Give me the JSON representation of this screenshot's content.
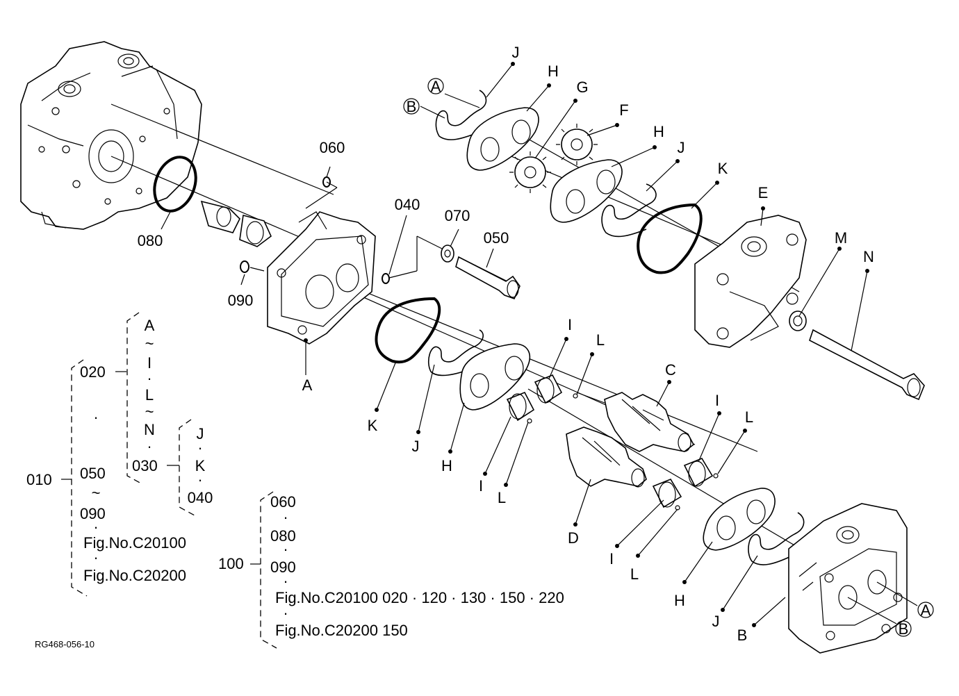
{
  "figure_code": "RG468-056-10",
  "callouts": {
    "A1": "A",
    "A2": "A",
    "B1": "B",
    "B2": "B",
    "C": "C",
    "D": "D",
    "E": "E",
    "F": "F",
    "G": "G",
    "H1": "H",
    "H2": "H",
    "H3": "H",
    "H4": "H",
    "I1": "I",
    "I2": "I",
    "I3": "I",
    "I4": "I",
    "J1": "J",
    "J2": "J",
    "J3": "J",
    "J4": "J",
    "K1": "K",
    "K2": "K",
    "L1": "L",
    "L2": "L",
    "L3": "L",
    "L4": "L",
    "M": "M",
    "N": "N",
    "circA1": "A",
    "circB1": "B",
    "circA2": "A",
    "circB2": "B"
  },
  "part_numbers": {
    "p060": "060",
    "p040": "040",
    "p070": "070",
    "p050": "050",
    "p080": "080",
    "p090": "090"
  },
  "legend": {
    "g010": "010",
    "g020": "020",
    "g030": "030",
    "sub020": [
      "A",
      "~",
      "I",
      "·",
      "L",
      "~",
      "N",
      "·"
    ],
    "sub030": [
      "J",
      "·",
      "K",
      "·",
      "040"
    ],
    "mid_dot": "·",
    "g050": "050",
    "tilde": "~",
    "g090": "090",
    "fig1": "Fig.No.C20100",
    "fig2": "Fig.No.C20200",
    "g100": "100",
    "grp100": [
      "060",
      "·",
      "080",
      "·",
      "090",
      "·"
    ],
    "fig3": "Fig.No.C20100  020 · 120 · 130 · 150 · 220",
    "fig4": "Fig.No.C20200  150"
  }
}
